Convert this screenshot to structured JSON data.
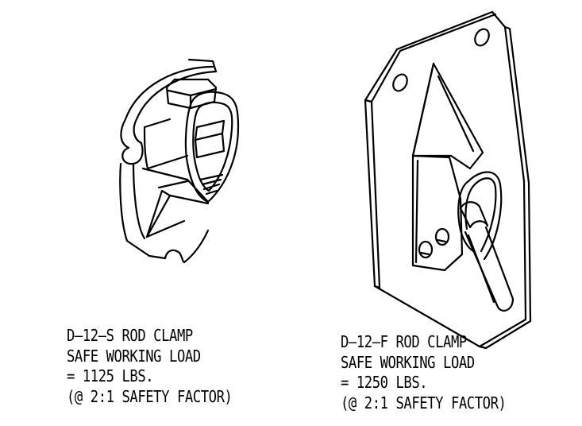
{
  "left_clamp": {
    "lines": [
      "D–12–S ROD CLAMP",
      "SAFE WORKING LOAD",
      "= 1125 LBS.",
      "(@ 2:1 SAFETY FACTOR)"
    ]
  },
  "right_clamp": {
    "lines": [
      "D–12–F ROD CLAMP",
      "SAFE WORKING LOAD",
      "= 1250 LBS.",
      "(@ 2:1 SAFETY FACTOR)"
    ]
  },
  "colors": {
    "ink": "#000000",
    "paper": "#ffffff"
  }
}
